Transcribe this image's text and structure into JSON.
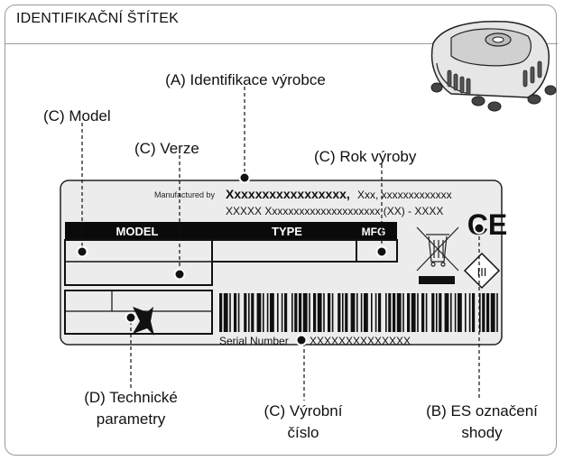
{
  "header": {
    "title": "IDENTIFIKAČNÍ ŠTÍTEK"
  },
  "callouts": {
    "manufacturer": "(A) Identifikace výrobce",
    "model": "(C) Model",
    "version": "(C) Verze",
    "year": "(C) Rok výroby",
    "tech_line1": "(D) Technické",
    "tech_line2": "parametry",
    "serial_line1": "(C) Výrobní",
    "serial_line2": "číslo",
    "ce_line1": "(B) ES označení",
    "ce_line2": "shody"
  },
  "label": {
    "manufactured_by": "Manufactured by",
    "manufacturer_name": "Xxxxxxxxxxxxxxxxx,",
    "manufacturer_rest": "Xxx, xxxxxxxxxxxxx",
    "address_line": "XXXXX Xxxxxxxxxxxxxxxxxxxxx (XX) - XXXX",
    "col_model": "MODEL",
    "col_type": "TYPE",
    "col_mfg": "MFG",
    "serial_label": "Serial Number",
    "serial_value": "XXXXXXXXXXXXXX",
    "ce_mark": "CE",
    "class_mark": "III"
  }
}
